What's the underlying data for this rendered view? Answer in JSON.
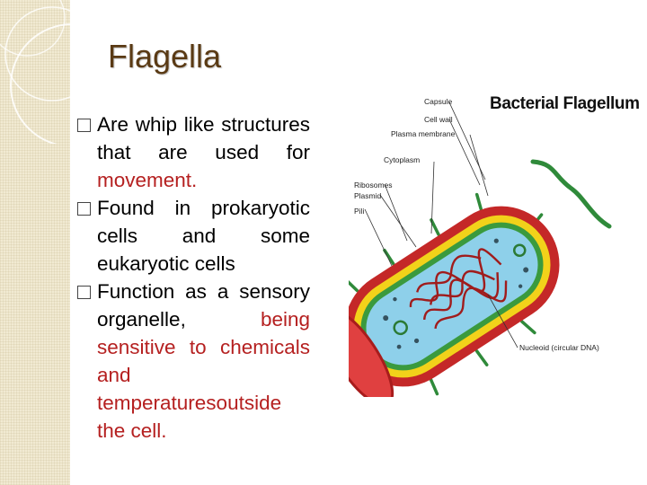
{
  "slide": {
    "title": "Flagella",
    "bullets": [
      {
        "segments": [
          {
            "text": "Are whip like structures that are used for ",
            "emphasis": false
          },
          {
            "text": "movement.",
            "emphasis": true
          }
        ]
      },
      {
        "segments": [
          {
            "text": "Found in prokaryotic cells and some eukaryotic cells",
            "emphasis": false
          }
        ]
      },
      {
        "segments": [
          {
            "text": "Function as a sensory organelle, ",
            "emphasis": false
          },
          {
            "text": "being sensitive to chemicals and temperaturesoutside the cell.",
            "emphasis": true
          }
        ]
      }
    ]
  },
  "figure": {
    "title": "Bacterial Flagellum",
    "labels": {
      "capsule": "Capsule",
      "cell_wall": "Cell wall",
      "plasma_membrane": "Plasma membrane",
      "cytoplasm": "Cytoplasm",
      "ribosomes": "Ribosomes",
      "plasmid": "Plasmid",
      "pili": "Pili",
      "nucleoid": "Nucleoid (circular DNA)"
    }
  },
  "colors": {
    "title_text": "#5a3a14",
    "emphasis_text": "#b52020",
    "side_strip": "#f1ead2",
    "capsule": "#c42828",
    "cell_wall": "#f2d21a",
    "plasma_membrane": "#3a9a3e",
    "cytoplasm": "#8ed0ea",
    "nucleoid": "#a01c1c"
  }
}
